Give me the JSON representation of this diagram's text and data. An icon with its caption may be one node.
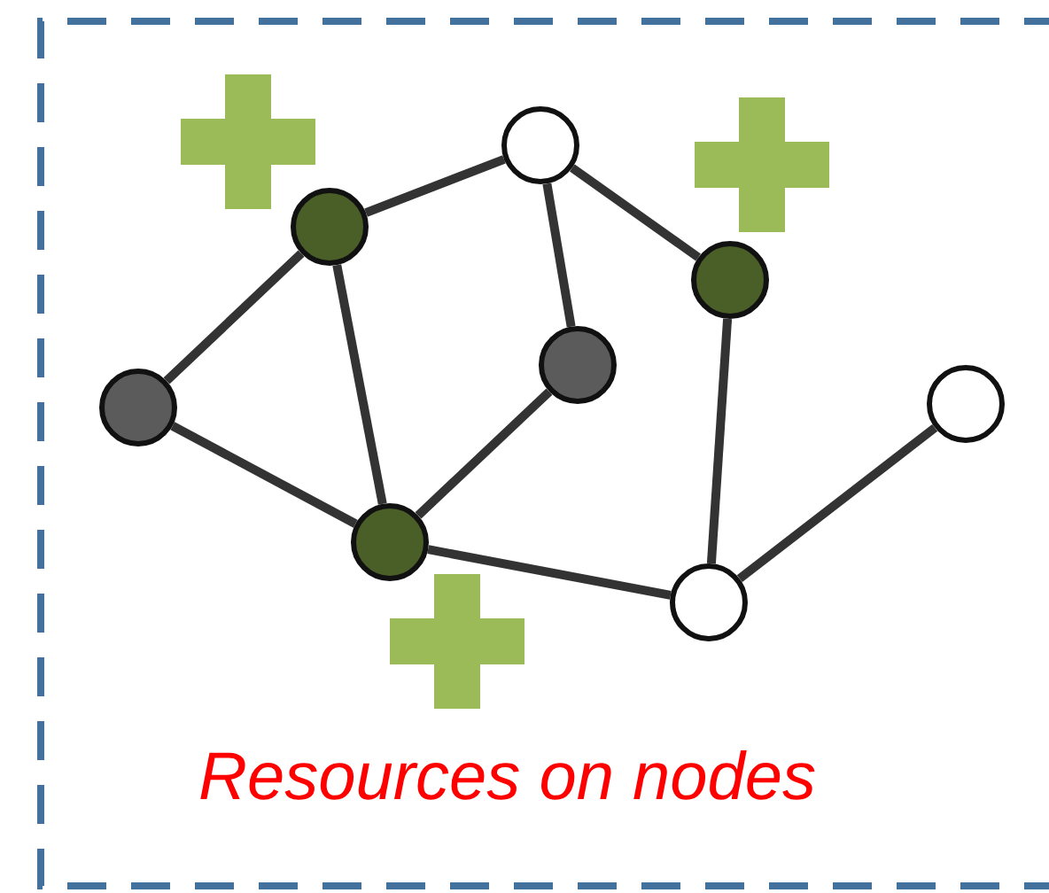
{
  "diagram": {
    "nodes": [
      {
        "text": [
          "Resources on nodes"
        ]
      },
      {
        "text": [],
        "shape": "circle",
        "in": 0
      },
      {
        "text": [],
        "shape": "circle",
        "in": 0
      },
      {
        "text": [],
        "shape": "circle",
        "in": 0
      },
      {
        "text": [],
        "shape": "circle",
        "in": 0
      },
      {
        "text": [],
        "shape": "circle",
        "in": 0
      },
      {
        "text": [],
        "shape": "circle",
        "in": 0
      },
      {
        "text": [],
        "shape": "circle",
        "in": 0
      },
      {
        "text": [],
        "shape": "circle",
        "in": 0
      }
    ],
    "edges": [
      {
        "from": 1,
        "to": 2,
        "arrow": "none"
      },
      {
        "from": 1,
        "to": 3,
        "arrow": "none"
      },
      {
        "from": 2,
        "to": 3,
        "arrow": "none"
      },
      {
        "from": 2,
        "to": 4,
        "arrow": "none"
      },
      {
        "from": 4,
        "to": 5,
        "arrow": "none"
      },
      {
        "from": 5,
        "to": 3,
        "arrow": "none"
      },
      {
        "from": 3,
        "to": 7,
        "arrow": "none"
      },
      {
        "from": 4,
        "to": 6,
        "arrow": "none"
      },
      {
        "from": 6,
        "to": 7,
        "arrow": "none"
      },
      {
        "from": 7,
        "to": 8,
        "arrow": "none"
      }
    ]
  }
}
